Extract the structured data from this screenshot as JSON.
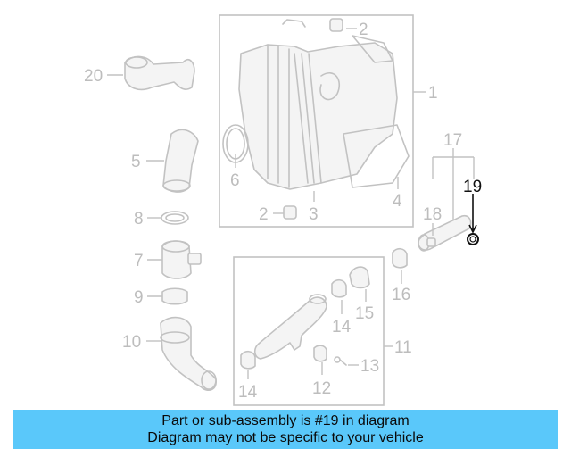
{
  "callouts": {
    "c1": "1",
    "c2a": "2",
    "c2b": "2",
    "c3": "3",
    "c4": "4",
    "c5": "5",
    "c6": "6",
    "c7": "7",
    "c8": "8",
    "c9": "9",
    "c10": "10",
    "c11": "11",
    "c12": "12",
    "c13": "13",
    "c14a": "14",
    "c14b": "14",
    "c15": "15",
    "c16": "16",
    "c17": "17",
    "c18": "18",
    "c19": "19",
    "c20": "20"
  },
  "highlighted_part": "19",
  "colors": {
    "banner_background": "#5ac8fa",
    "part_lines": "#c2c2c2",
    "callout_text": "#bdbdbd",
    "highlight_text": "#111111"
  },
  "banner": {
    "line1": "Part or sub-assembly is #19 in diagram",
    "line2": "Diagram may not be specific to your vehicle"
  }
}
